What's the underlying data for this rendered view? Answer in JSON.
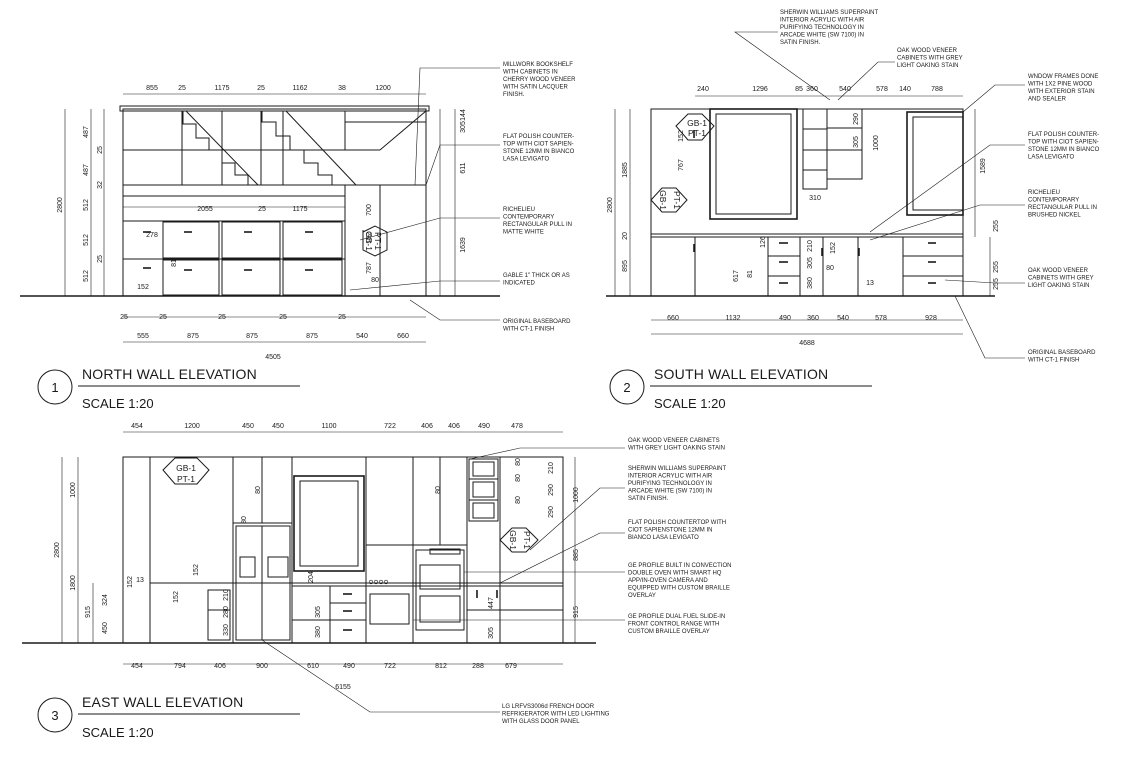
{
  "elevations": [
    {
      "number": "1",
      "title": "NORTH WALL ELEVATION",
      "scale": "SCALE 1:20",
      "top_dims": [
        "855",
        "25",
        "1175",
        "25",
        "1162",
        "38",
        "1200"
      ],
      "bottom_dims": [
        "555",
        "875",
        "875",
        "875",
        "540",
        "660"
      ],
      "bottom_small": [
        "25",
        "25",
        "25",
        "25",
        "25"
      ],
      "overall": "4505",
      "left_dims": [
        "487",
        "487",
        "512",
        "512",
        "512"
      ],
      "left_total": "2800",
      "inner_left": [
        "25",
        "32",
        "25"
      ],
      "inner_dims": [
        "2055",
        "25",
        "1175"
      ],
      "misc_dims": [
        "278",
        "81",
        "152",
        "700",
        "152",
        "787",
        "80",
        "1639",
        "611",
        "305",
        "144"
      ],
      "tags": [
        "PT-1",
        "GB-1"
      ],
      "notes": [
        "MILLWORK BOOKSHELF\nWITH CABINETS IN\nCHERRY WOOD VENEER\nWITH SATIN LACQUER\nFINISH.",
        "FLAT POLISH COUNTER-\nTOP WITH CIOT SAPIEN-\nSTONE 12MM IN BIANCO\nLASA LEVIGATO",
        "RICHELIEU\nCONTEMPORARY\nRECTANGULAR PULL IN\nMATTE WHITE",
        "GABLE 1\" THICK OR AS\nINDICATED",
        "ORIGINAL BASEBOARD\nWITH CT-1 FINISH"
      ]
    },
    {
      "number": "2",
      "title": "SOUTH WALL ELEVATION",
      "scale": "SCALE 1:20",
      "top_dims": [
        "240",
        "1296",
        "85",
        "360",
        "540",
        "578",
        "140",
        "788"
      ],
      "bottom_dims": [
        "660",
        "1132",
        "490",
        "360",
        "540",
        "578",
        "928"
      ],
      "overall": "4688",
      "left_dims": [
        "1885",
        "20",
        "895"
      ],
      "left_total": "2800",
      "misc_dims": [
        "767",
        "152",
        "290",
        "305",
        "1000",
        "310",
        "1589",
        "126",
        "210",
        "617",
        "81",
        "305",
        "380",
        "152",
        "80",
        "13",
        "255",
        "255",
        "255"
      ],
      "tags": [
        "GB-1",
        "PT-1",
        "GB-1",
        "PT-1"
      ],
      "notes": [
        "SHERWIN WILLIAMS SUPERPAINT\nINTERIOR ACRYLIC WITH AIR\nPURIFYING TECHNOLOGY IN\nARCADE WHITE (SW 7100) IN\nSATIN FINISH.",
        "OAK WOOD VENEER\nCABINETS WITH GREY\nLIGHT OAKING STAIN",
        "WNDOW FRAMES DONE\nWITH 1X2 PINE WOOD\nWITH EXTERIOR STAIN\nAND SEALER",
        "FLAT POLISH COUNTER-\nTOP WITH CIOT SAPIEN-\nSTONE 12MM IN BIANCO\nLASA LEVIGATO",
        "RICHELIEU\nCONTEMPORARY\nRECTANGULAR PULL IN\nBRUSHED NICKEL",
        "OAK WOOD VENEER\nCABINETS WITH GREY\nLIGHT OAKING STAIN",
        "ORIGINAL BASEBOARD\nWITH CT-1 FINISH"
      ]
    },
    {
      "number": "3",
      "title": "EAST WALL ELEVATION",
      "scale": "SCALE 1:20",
      "top_dims": [
        "454",
        "1200",
        "450",
        "450",
        "1100",
        "722",
        "406",
        "406",
        "490",
        "478"
      ],
      "bottom_dims": [
        "454",
        "794",
        "406",
        "900",
        "610",
        "490",
        "722",
        "812",
        "288",
        "679"
      ],
      "overall": "6155",
      "left_dims": [
        "1000",
        "1800"
      ],
      "left_total": "2800",
      "left_sub": [
        "915"
      ],
      "misc_dims": [
        "80",
        "80",
        "80",
        "80",
        "80",
        "80",
        "290",
        "290",
        "210",
        "1000",
        "885",
        "915",
        "152",
        "13",
        "324",
        "450",
        "152",
        "210",
        "280",
        "330",
        "204",
        "305",
        "380",
        "447",
        "305",
        "152"
      ],
      "tags": [
        "GB-1",
        "PT-1",
        "GB-1",
        "PT-1"
      ],
      "notes": [
        "OAK WOOD VENEER CABINETS\nWITH GREY LIGHT OAKING STAIN",
        "SHERWIN WILLIAMS SUPERPAINT\nINTERIOR ACRYLIC WITH AIR\nPURIFYING TECHNOLOGY IN\nARCADE WHITE (SW 7100) IN\nSATIN FINISH.",
        "FLAT POLISH COUNTERTOP WITH\nCIOT SAPIENSTONE 12MM IN\nBIANCO LASA LEVIGATO",
        "GE PROFILE BUILT IN CONVECTION\nDOUBLE OVEN WITH SMART HQ\nAPP/IN-OVEN CAMERA AND\nEQUIPPED WITH CUSTOM BRAILLE\nOVERLAY",
        "GE PROFILE DUAL FUEL SLIDE-IN\nFRONT CONTROL RANGE WITH\nCUSTOM BRAILLE OVERLAY",
        "LG LRFVS3006d FRENCH DOOR\nREFRIGERATOR WITH LED LIGHTING\nWITH GLASS DOOR PANEL"
      ]
    }
  ]
}
